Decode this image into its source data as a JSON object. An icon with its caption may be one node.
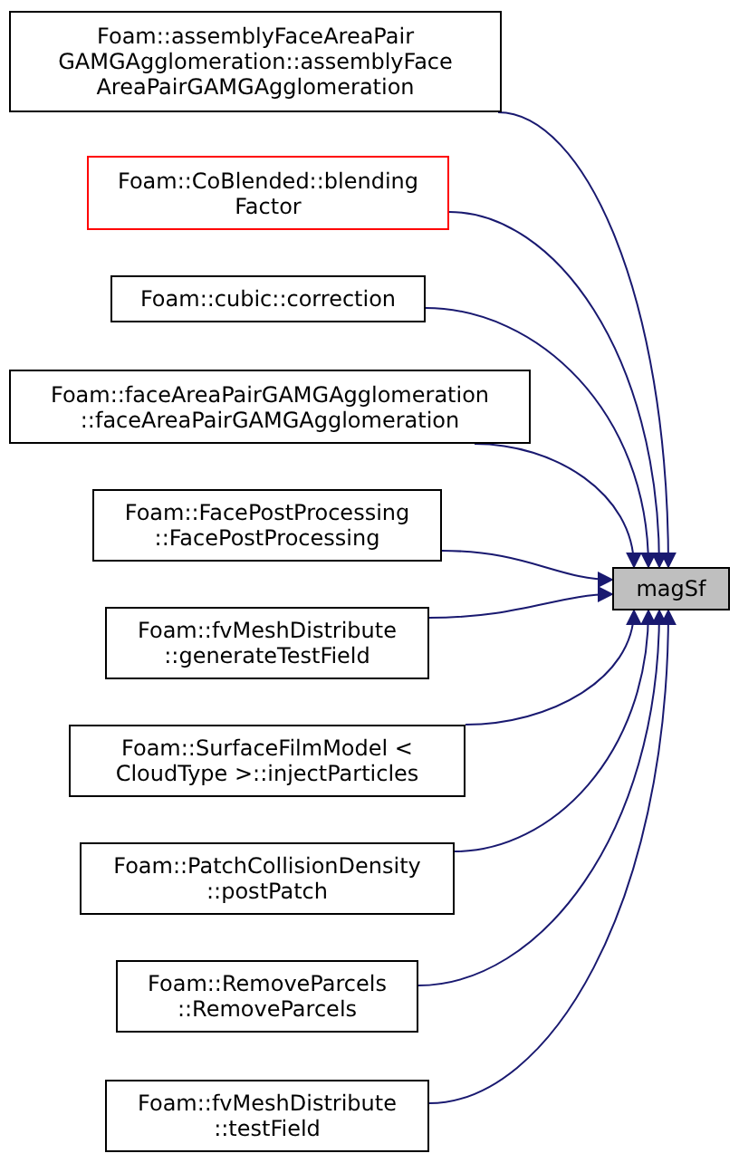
{
  "diagram": {
    "nodes": [
      {
        "text": [
          "Foam::assemblyFaceAreaPair GAMGAgglomeration::assemblyFace AreaPairGAMGAgglomeration"
        ]
      },
      {
        "text": [
          "Foam::CoBlended::blending Factor"
        ]
      },
      {
        "text": [
          "Foam::cubic::correction"
        ]
      },
      {
        "text": [
          "Foam::faceAreaPairGAMGAgglomeration ::faceAreaPairGAMGAgglomeration"
        ]
      },
      {
        "text": [
          "Foam::FacePostProcessing ::FacePostProcessing"
        ]
      },
      {
        "text": [
          "Foam::fvMeshDistribute ::generateTestField"
        ]
      },
      {
        "text": [
          "Foam::SurfaceFilmModel < CloudType >::injectParticles"
        ]
      },
      {
        "text": [
          "Foam::PatchCollisionDensity ::postPatch"
        ]
      },
      {
        "text": [
          "Foam::RemoveParcels ::RemoveParcels"
        ]
      },
      {
        "text": [
          "Foam::fvMeshDistribute ::testField"
        ]
      },
      {
        "text": [
          "magSf"
        ]
      }
    ],
    "edges": [
      {
        "from": 0,
        "to": 10,
        "arrow": "to"
      },
      {
        "from": 1,
        "to": 10,
        "arrow": "to"
      },
      {
        "from": 2,
        "to": 10,
        "arrow": "to"
      },
      {
        "from": 3,
        "to": 10,
        "arrow": "to"
      },
      {
        "from": 4,
        "to": 10,
        "arrow": "to"
      },
      {
        "from": 5,
        "to": 10,
        "arrow": "to"
      },
      {
        "from": 6,
        "to": 10,
        "arrow": "to"
      },
      {
        "from": 7,
        "to": 10,
        "arrow": "to"
      },
      {
        "from": 8,
        "to": 10,
        "arrow": "to"
      },
      {
        "from": 9,
        "to": 10,
        "arrow": "to"
      }
    ]
  }
}
